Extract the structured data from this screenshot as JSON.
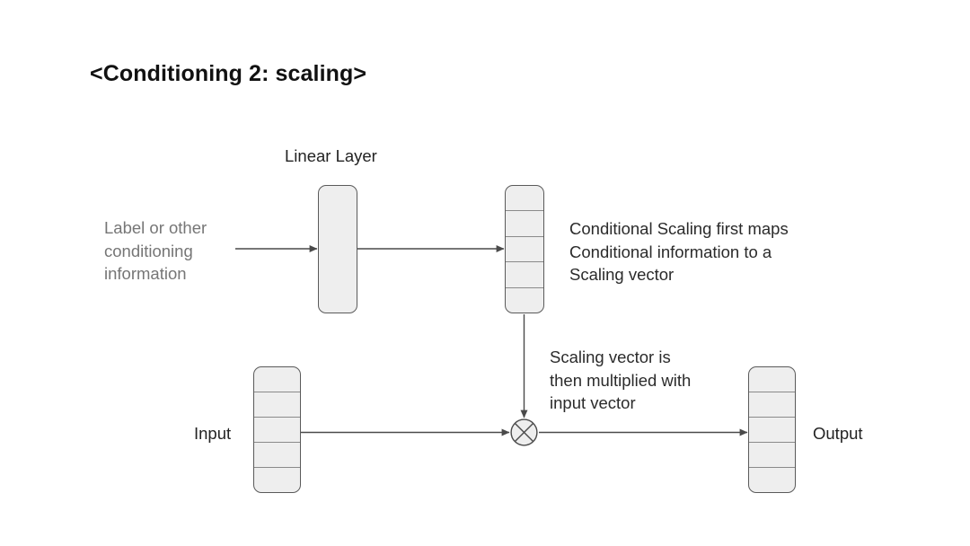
{
  "slide": {
    "title": "<Conditioning 2: scaling>",
    "background_color": "#ffffff"
  },
  "colors": {
    "box_fill": "#eeeeee",
    "box_border": "#5a5a5a",
    "cell_divider": "#8a8a8a",
    "connector": "#4a4a4a",
    "text_primary": "#2b2b2b",
    "text_muted": "#767676",
    "title_text": "#111111"
  },
  "labels": {
    "conditioning_input": "Label or other\nconditioning\ninformation",
    "linear_layer": "Linear Layer",
    "scaling_note": "Conditional Scaling first maps\nConditional information to a\nScaling vector",
    "multiply_note": "Scaling vector is\nthen multiplied with\ninput vector",
    "input": "Input",
    "output": "Output"
  },
  "nodes": {
    "linear_layer_box": {
      "name": "linear-layer-box",
      "cells": 1
    },
    "scaling_vector_box": {
      "name": "scaling-vector-box",
      "cells": 5
    },
    "input_vector_box": {
      "name": "input-vector-box",
      "cells": 5
    },
    "output_vector_box": {
      "name": "output-vector-box",
      "cells": 5
    },
    "multiply_operator": {
      "name": "multiply-operator",
      "glyph": "circled-times"
    }
  },
  "connectors": [
    {
      "name": "conditioning-to-linear-arrow",
      "from": "conditioning-label",
      "to": "linear-layer-box"
    },
    {
      "name": "linear-to-scaling-arrow",
      "from": "linear-layer-box",
      "to": "scaling-vector-box"
    },
    {
      "name": "scaling-to-multiply-arrow",
      "from": "scaling-vector-box",
      "to": "multiply-operator"
    },
    {
      "name": "input-to-multiply-arrow",
      "from": "input-vector-box",
      "to": "multiply-operator"
    },
    {
      "name": "multiply-to-output-arrow",
      "from": "multiply-operator",
      "to": "output-vector-box"
    }
  ]
}
